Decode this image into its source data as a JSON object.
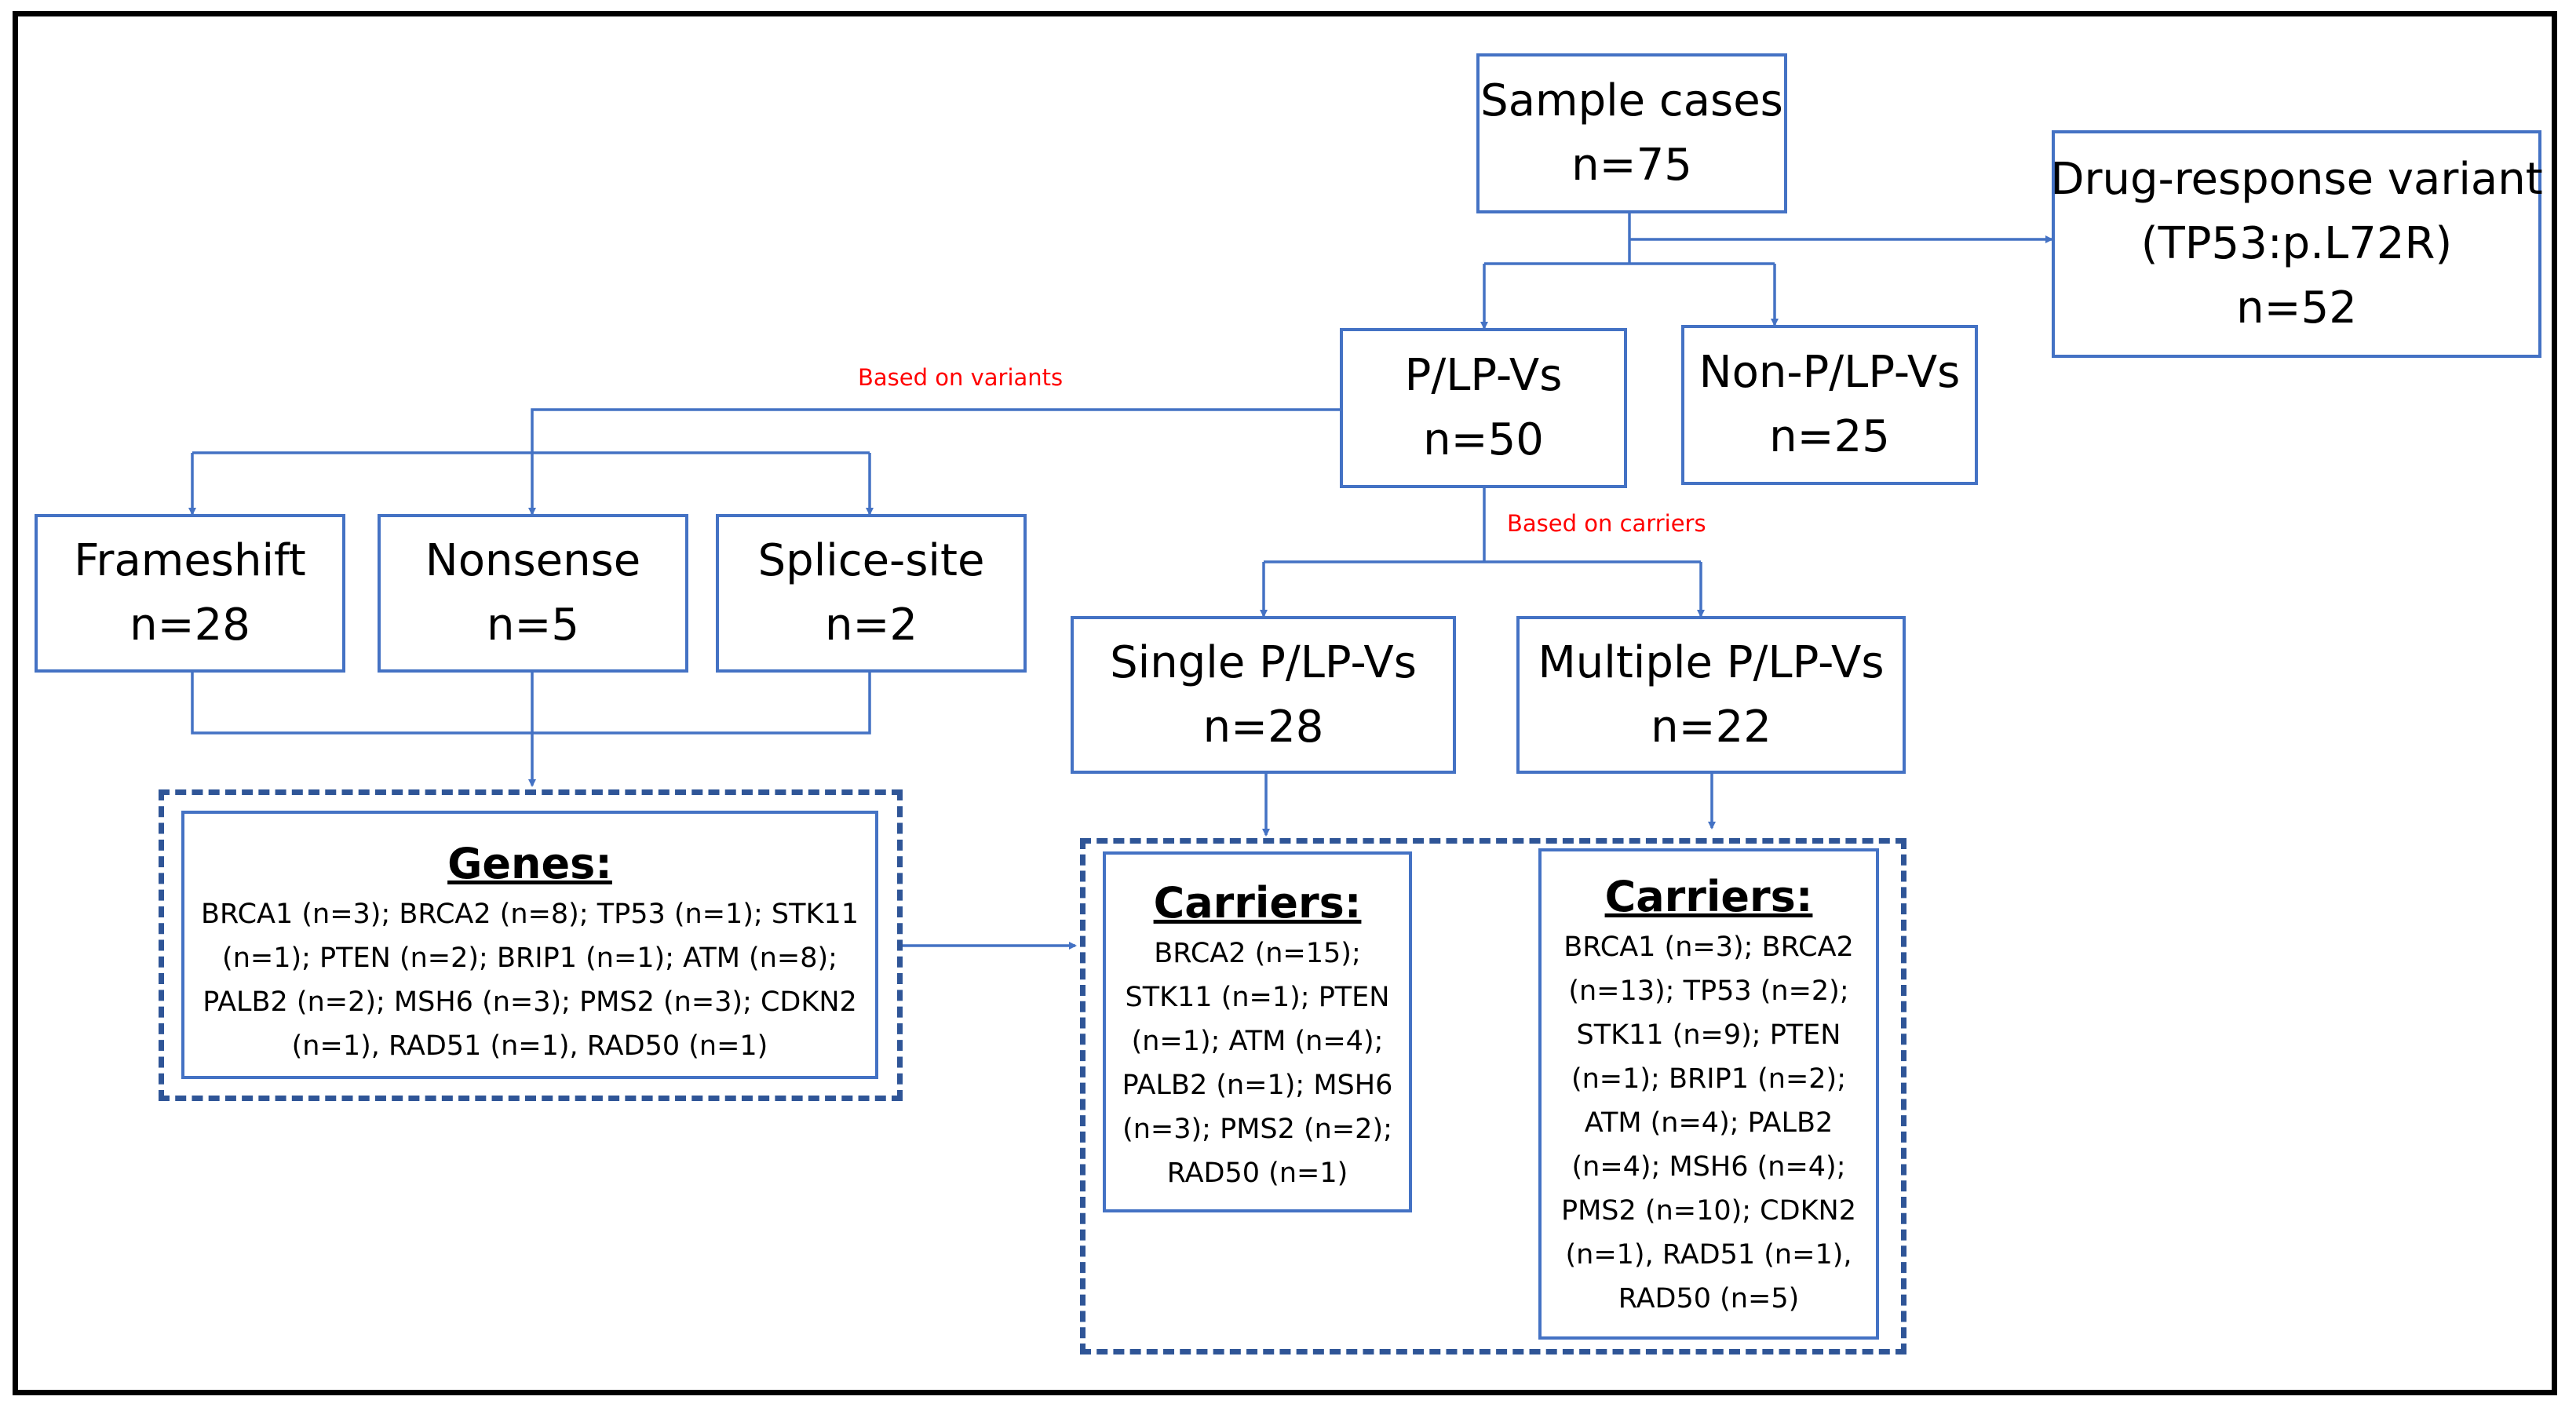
{
  "sample": {
    "title": "Sample cases",
    "count": "n=75"
  },
  "drug": {
    "line1": "Drug-response variant",
    "line2": "(TP53:p.L72R)",
    "count": "n=52"
  },
  "plp": {
    "title": "P/LP-Vs",
    "count": "n=50"
  },
  "nonplp": {
    "title": "Non-P/LP-Vs",
    "count": "n=25"
  },
  "label_variants": "Based on variants",
  "label_carriers": "Based on carriers",
  "frameshift": {
    "title": "Frameshift",
    "count": "n=28"
  },
  "nonsense": {
    "title": "Nonsense",
    "count": "n=5"
  },
  "splice": {
    "title": "Splice-site",
    "count": "n=2"
  },
  "single": {
    "title": "Single P/LP-Vs",
    "count": "n=28"
  },
  "multiple": {
    "title": "Multiple P/LP-Vs",
    "count": "n=22"
  },
  "genes": {
    "heading": "Genes:",
    "lines": [
      "BRCA1 (n=3); BRCA2 (n=8); TP53 (n=1); STK11",
      "(n=1); PTEN (n=2); BRIP1 (n=1); ATM (n=8);",
      "PALB2 (n=2); MSH6 (n=3); PMS2 (n=3); CDKN2",
      "(n=1), RAD51 (n=1), RAD50 (n=1)"
    ]
  },
  "carriers_single": {
    "heading": "Carriers:",
    "lines": [
      "BRCA2 (n=15);",
      "STK11 (n=1); PTEN",
      "(n=1); ATM (n=4);",
      "PALB2 (n=1); MSH6",
      "(n=3); PMS2 (n=2);",
      "RAD50 (n=1)"
    ]
  },
  "carriers_multiple": {
    "heading": "Carriers:",
    "lines": [
      "BRCA1 (n=3); BRCA2",
      "(n=13); TP53 (n=2);",
      "STK11 (n=9); PTEN",
      "(n=1); BRIP1 (n=2);",
      "ATM (n=4); PALB2",
      "(n=4); MSH6 (n=4);",
      "PMS2 (n=10); CDKN2",
      "(n=1), RAD51 (n=1),",
      "RAD50 (n=5)"
    ]
  }
}
